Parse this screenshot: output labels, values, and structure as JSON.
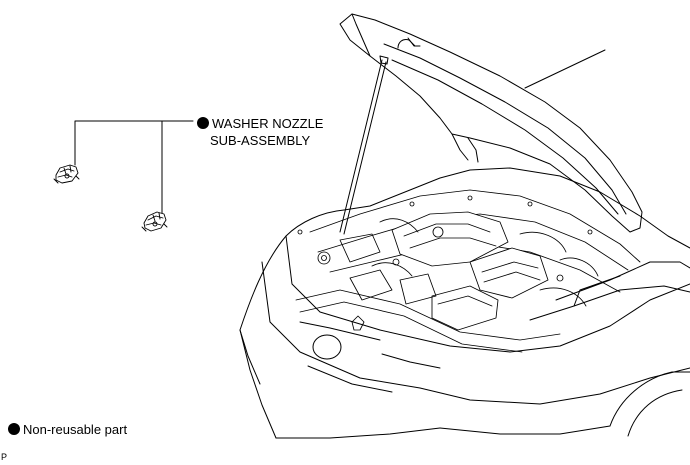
{
  "callout": {
    "line1": "WASHER NOZZLE",
    "line2": "SUB-ASSEMBLY",
    "marker": "non-reusable-bullet"
  },
  "legend": {
    "label": "Non-reusable part",
    "marker": "non-reusable-bullet"
  },
  "figure_code": "P",
  "colors": {
    "ink": "#000000",
    "paper": "#ffffff"
  }
}
